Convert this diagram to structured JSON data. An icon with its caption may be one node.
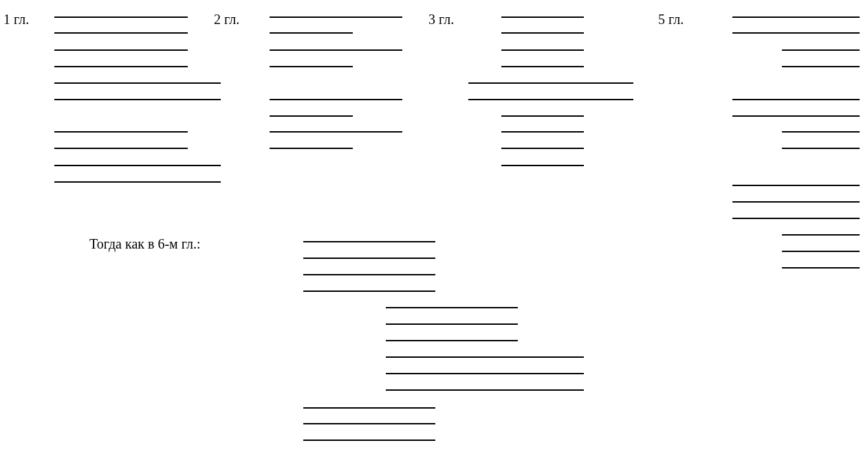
{
  "diagram": {
    "labels": [
      "1 гл.",
      "2 гл.",
      "3 гл.",
      "5 гл.",
      "Тогда как в 6-м гл.:"
    ]
  }
}
